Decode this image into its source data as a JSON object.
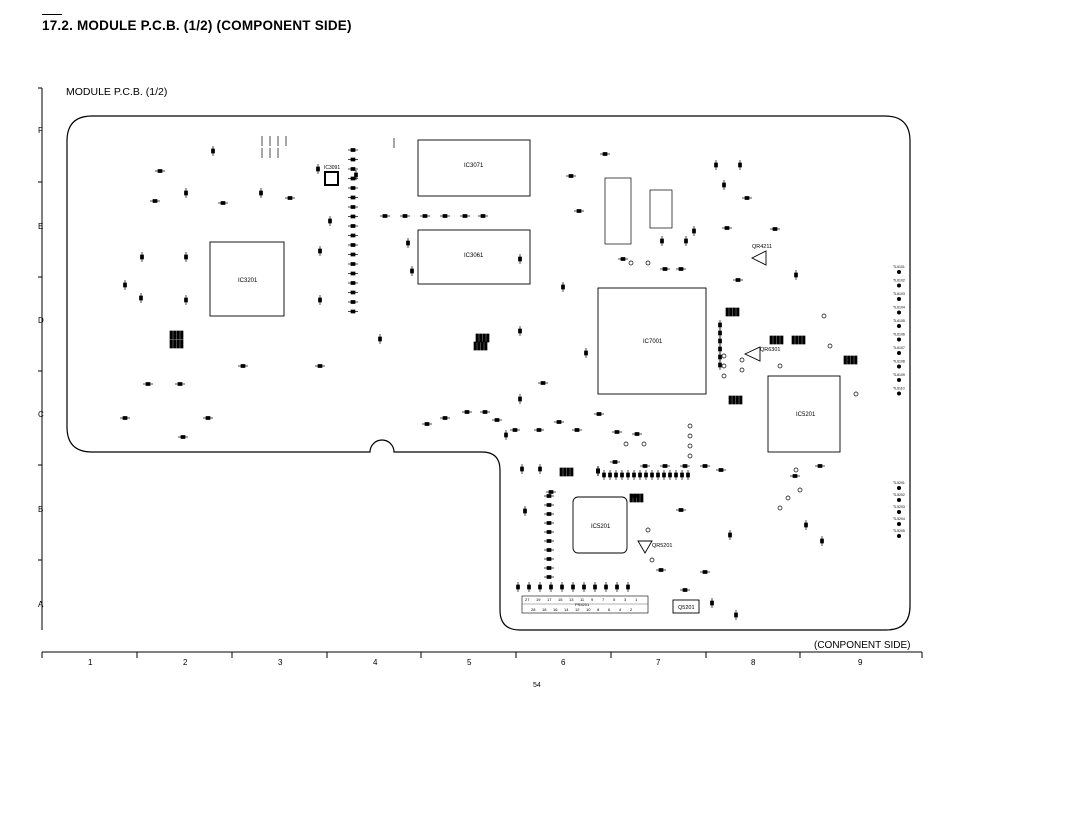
{
  "header": {
    "title": "17.2.   MODULE P.C.B. (1/2) (COMPONENT SIDE)"
  },
  "board": {
    "label": "MODULE P.C.B. (1/2)",
    "side_label": "(CONPONENT SIDE)",
    "row_labels": [
      "F",
      "E",
      "D",
      "C",
      "B",
      "A"
    ],
    "col_labels": [
      "1",
      "2",
      "3",
      "4",
      "5",
      "6",
      "7",
      "8",
      "9"
    ],
    "ics": {
      "ic3071": "IC3071",
      "ic3061": "IC3061",
      "ic3201": "IC3201",
      "ic7001": "IC7001",
      "ic5201": "IC5201",
      "ic5201b": "IC5201",
      "ic3091": "IC3091",
      "qr4211": "QR4211",
      "qr6301": "QR6301",
      "qr5201": "QR5201",
      "q5201": "Q5201"
    },
    "connector": {
      "top_pins": [
        "27",
        "19",
        "17",
        "15",
        "13",
        "11",
        "9",
        "7",
        "5",
        "3",
        "1"
      ],
      "bottom_pins": [
        "28",
        "18",
        "16",
        "14",
        "12",
        "10",
        "8",
        "6",
        "4",
        "2"
      ],
      "label": "PS5201"
    },
    "tl_labels": [
      "TL6101",
      "TL6102",
      "TL6103",
      "TL6104",
      "TL6105",
      "TL6106",
      "TL6107",
      "TL6108",
      "TL6109",
      "TL6110"
    ],
    "tl_labels_b": [
      "TL5201",
      "TL5202",
      "TL5203",
      "TL5204",
      "TL5205"
    ]
  },
  "footer": {
    "page_number": "54"
  }
}
